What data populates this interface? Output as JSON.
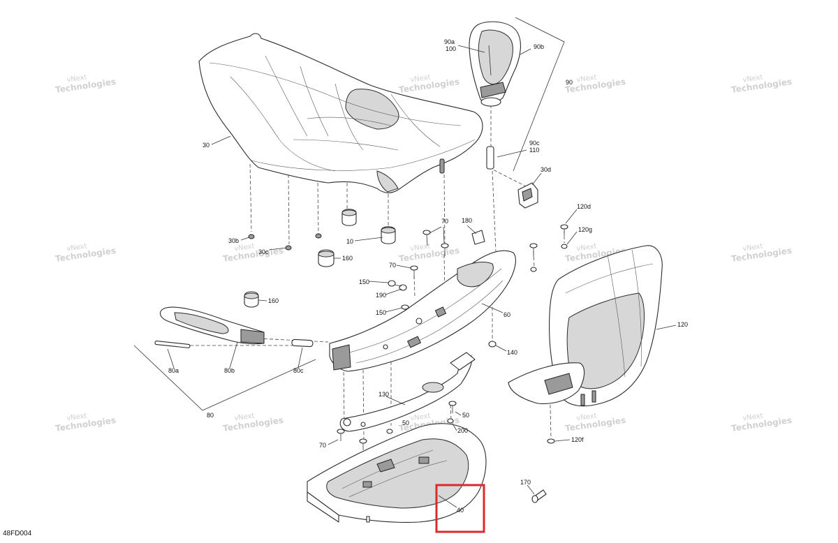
{
  "diagram": {
    "code": "48FD004",
    "watermark": {
      "line1": "vNext",
      "line2": "Technologies"
    },
    "highlight_color": "#d92b2b",
    "callouts": {
      "c90a": "90a",
      "c100": "100",
      "c90b": "90b",
      "c90": "90",
      "c30": "30",
      "c90c": "90c",
      "c110": "110",
      "c30d": "30d",
      "c30b": "30b",
      "c30c": "30c",
      "c10": "10",
      "c160a": "160",
      "c160b": "160",
      "c180": "180",
      "c70a": "70",
      "c70b": "70",
      "c70c": "70",
      "c150a": "150",
      "c150b": "150",
      "c190": "190",
      "c60": "60",
      "c140": "140",
      "c120d": "120d",
      "c120g": "120g",
      "c120": "120",
      "c120f": "120f",
      "c80a": "80a",
      "c80b": "80b",
      "c80c": "80c",
      "c80": "80",
      "c130": "130",
      "c50a": "50",
      "c50b": "50",
      "c200": "200",
      "c40": "40",
      "c170": "170"
    }
  }
}
